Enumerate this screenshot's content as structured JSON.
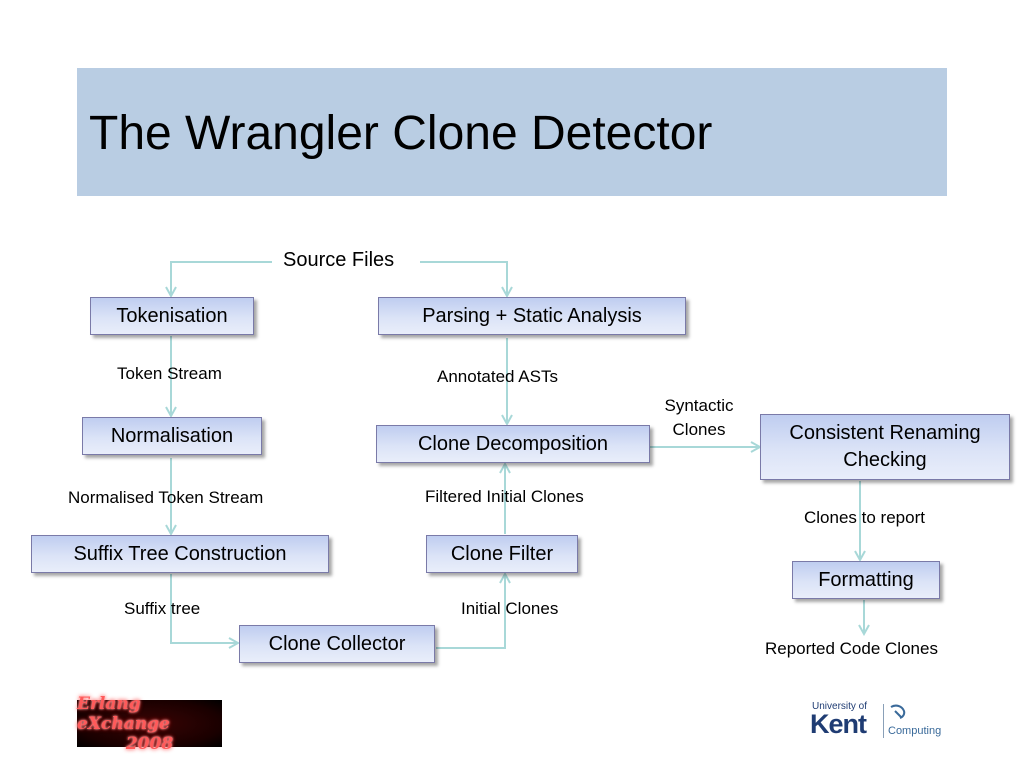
{
  "slide": {
    "title": "The Wrangler Clone Detector"
  },
  "diagram": {
    "source": "Source Files",
    "nodes": {
      "tokenisation": "Tokenisation",
      "parsing": "Parsing + Static Analysis",
      "normalisation": "Normalisation",
      "clone_decomposition": "Clone Decomposition",
      "consistent_renaming_line1": "Consistent Renaming",
      "consistent_renaming_line2": "Checking",
      "suffix_tree_construction": "Suffix Tree Construction",
      "clone_filter": "Clone Filter",
      "formatting": "Formatting",
      "clone_collector": "Clone Collector"
    },
    "edge_labels": {
      "token_stream": "Token Stream",
      "annotated_asts": "Annotated ASTs",
      "syntactic_line1": "Syntactic",
      "syntactic_line2": "Clones",
      "normalised_token_stream": "Normalised Token Stream",
      "filtered_initial_clones": "Filtered Initial Clones",
      "clones_to_report": "Clones to report",
      "suffix_tree": "Suffix tree",
      "initial_clones": "Initial Clones",
      "reported_code_clones": "Reported Code Clones"
    },
    "arrow_color": "#a8d8d8"
  },
  "logos": {
    "erlang_line1": "Erlang eXchange",
    "erlang_line2": "2008",
    "kent_university": "University of",
    "kent_name": "Kent",
    "kent_department": "Computing"
  }
}
